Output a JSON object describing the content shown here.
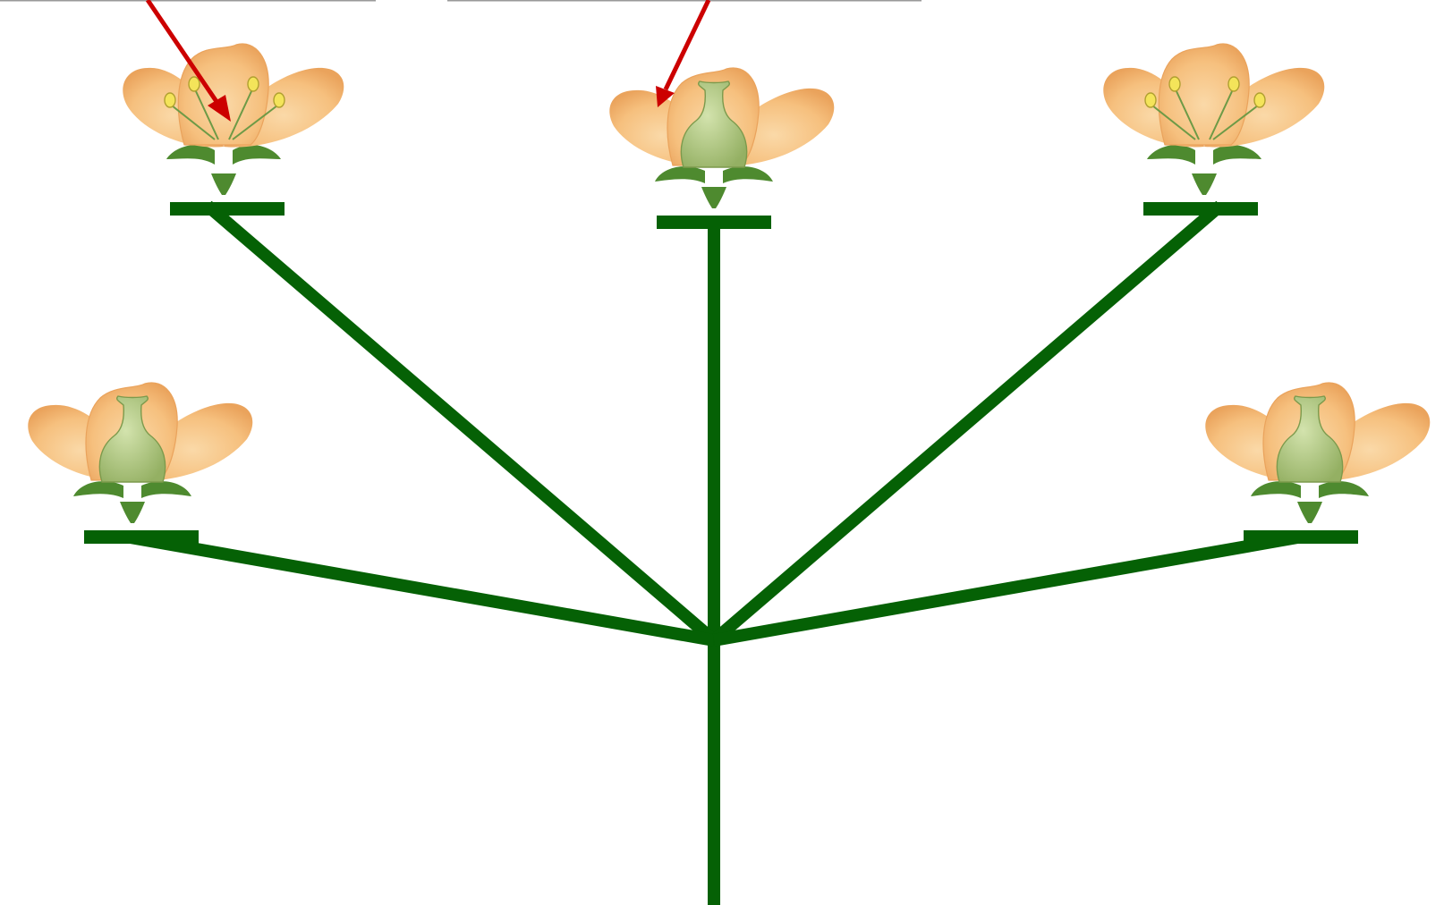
{
  "colors": {
    "stem": "#056105",
    "arrow": "#cc0000",
    "petal_light": "#fad9a8",
    "petal_mid": "#f6bf7c",
    "petal_dark": "#e9a05a",
    "sepal": "#4e8a2f",
    "pistil": "#b8cf8c",
    "pistil_dark": "#8fae5e",
    "anther": "#f4e45a",
    "divider": "#999999"
  },
  "flowers": [
    {
      "id": "flower-top-left",
      "type": "staminate",
      "icon": "staminate-flower-icon"
    },
    {
      "id": "flower-top-center",
      "type": "pistillate",
      "icon": "pistillate-flower-icon"
    },
    {
      "id": "flower-top-right",
      "type": "staminate",
      "icon": "staminate-flower-icon"
    },
    {
      "id": "flower-mid-left",
      "type": "pistillate",
      "icon": "pistillate-flower-icon"
    },
    {
      "id": "flower-mid-right",
      "type": "pistillate",
      "icon": "pistillate-flower-icon"
    }
  ],
  "arrows": [
    {
      "id": "arrow-to-staminate",
      "icon": "red-arrow-icon"
    },
    {
      "id": "arrow-to-pistillate",
      "icon": "red-arrow-icon"
    }
  ]
}
